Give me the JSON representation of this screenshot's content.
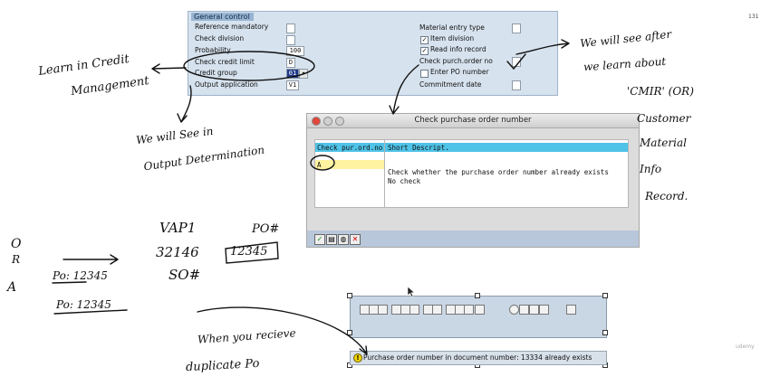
{
  "general_control": {
    "title": "General control",
    "left": {
      "reference_mandatory": "Reference mandatory",
      "check_division": "Check division",
      "probability": "Probability",
      "probability_value": "100",
      "check_credit_limit": "Check credit limit",
      "check_credit_limit_value": "D",
      "credit_group": "Credit group",
      "credit_group_value": "01",
      "output_application": "Output application",
      "output_application_value": "V1"
    },
    "right": {
      "material_entry_type": "Material entry type",
      "item_division": "Item division",
      "read_info_record": "Read info record",
      "check_purch_order_no": "Check purch.order no",
      "enter_po_number": "Enter PO number",
      "commitment_date": "Commitment  date"
    }
  },
  "dialog": {
    "title": "Check purchase order number",
    "table": {
      "headers": [
        "Check pur.ord.no",
        "Short Descript."
      ],
      "rows": [
        {
          "code": "A",
          "description": "Check whether the purchase order number already exists"
        },
        {
          "code": "",
          "description": "No check"
        }
      ]
    }
  },
  "status_bar": {
    "message": "Purchase order number in document number: 13334 already exists"
  },
  "side_marker": "131",
  "watermark": "udemy",
  "annotations": {
    "credit_mgmt": [
      "Learn in Credit",
      "Management"
    ],
    "output_det": [
      "We will See in",
      "Output Determination"
    ],
    "cmir": [
      "We will see after",
      "we learn about",
      "'CMIR' (OR)",
      "Customer",
      "Material",
      "Info",
      "Record."
    ],
    "vap": [
      "VAP1",
      "32146",
      "SO#"
    ],
    "po_label": "PO#",
    "po_number_box": "12345",
    "left_top": [
      "O",
      "R"
    ],
    "left_a": "A",
    "po_line1": "Po: 12345",
    "po_line2": "Po: 12345",
    "duplicate": [
      "When you recieve",
      "duplicate  Po"
    ]
  },
  "colors": {
    "panel_bg": "#d6e2ee",
    "dialog_header": "#4fc3e8",
    "selected_row": "#fff2a0",
    "status_warning": "#f2d300"
  }
}
